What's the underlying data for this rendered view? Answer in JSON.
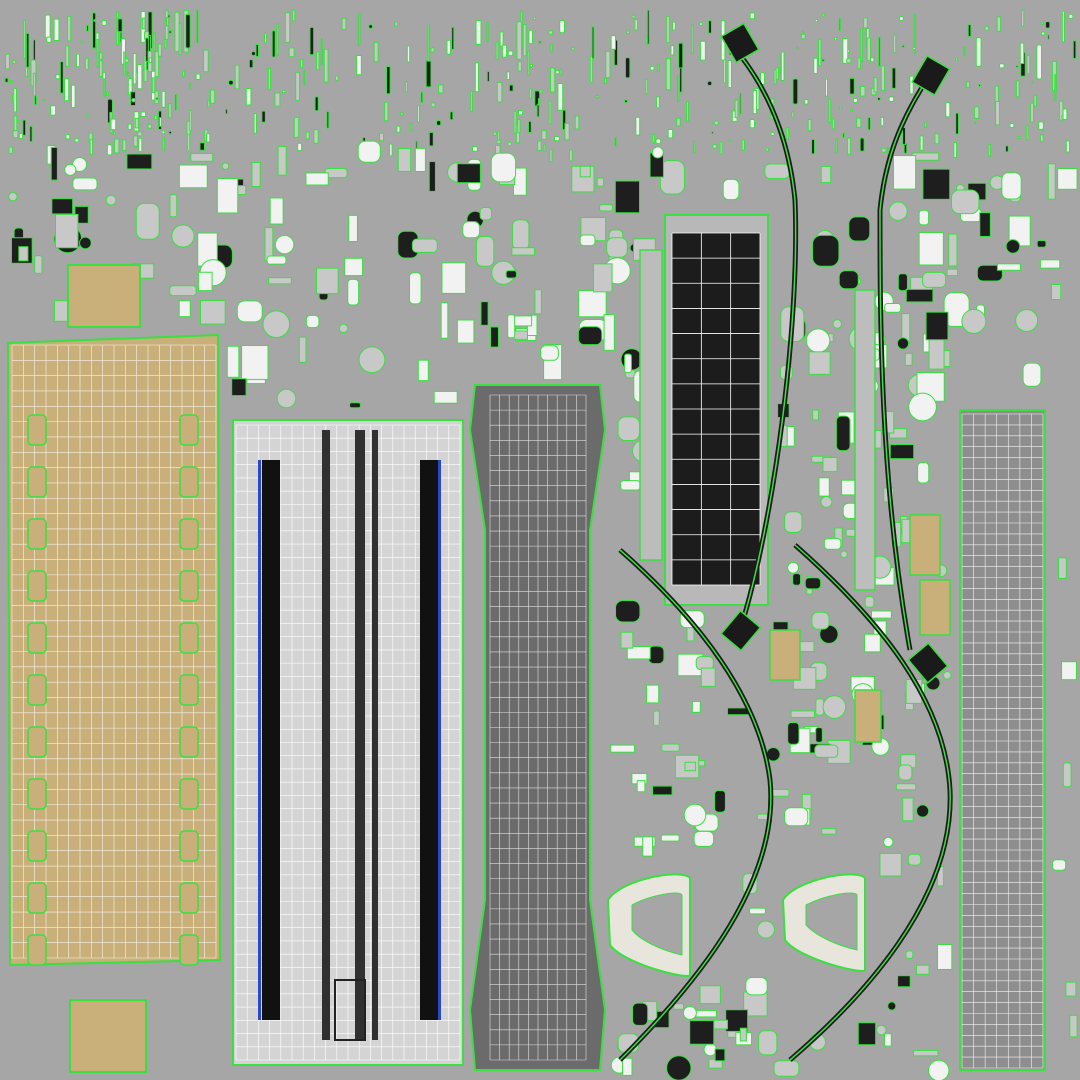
{
  "uv_layout": {
    "background_color": "#a6a6a6",
    "seam_color": "#39e03f",
    "wire_color": "#ffffff",
    "shells": [
      {
        "name": "left-tan-panel",
        "fill": "#c9b07a"
      },
      {
        "name": "center-striped-panel",
        "fill": "#d2d2d2"
      },
      {
        "name": "center-dark-tube",
        "fill": "#6a6a6a"
      },
      {
        "name": "dark-vertical-panel",
        "fill": "#1e1e1e"
      },
      {
        "name": "right-grid-panel",
        "fill": "#8e8e8e"
      },
      {
        "name": "light-horseshoe-left",
        "fill": "#e8e6dc"
      },
      {
        "name": "light-horseshoe-right",
        "fill": "#e8e6dc"
      },
      {
        "name": "small-tan-tiles",
        "fill": "#c9b07a"
      }
    ],
    "accent_colors": {
      "blue_stripe": "#2a49c9",
      "black_band": "#111111",
      "white_part": "#f2f2f2"
    }
  }
}
